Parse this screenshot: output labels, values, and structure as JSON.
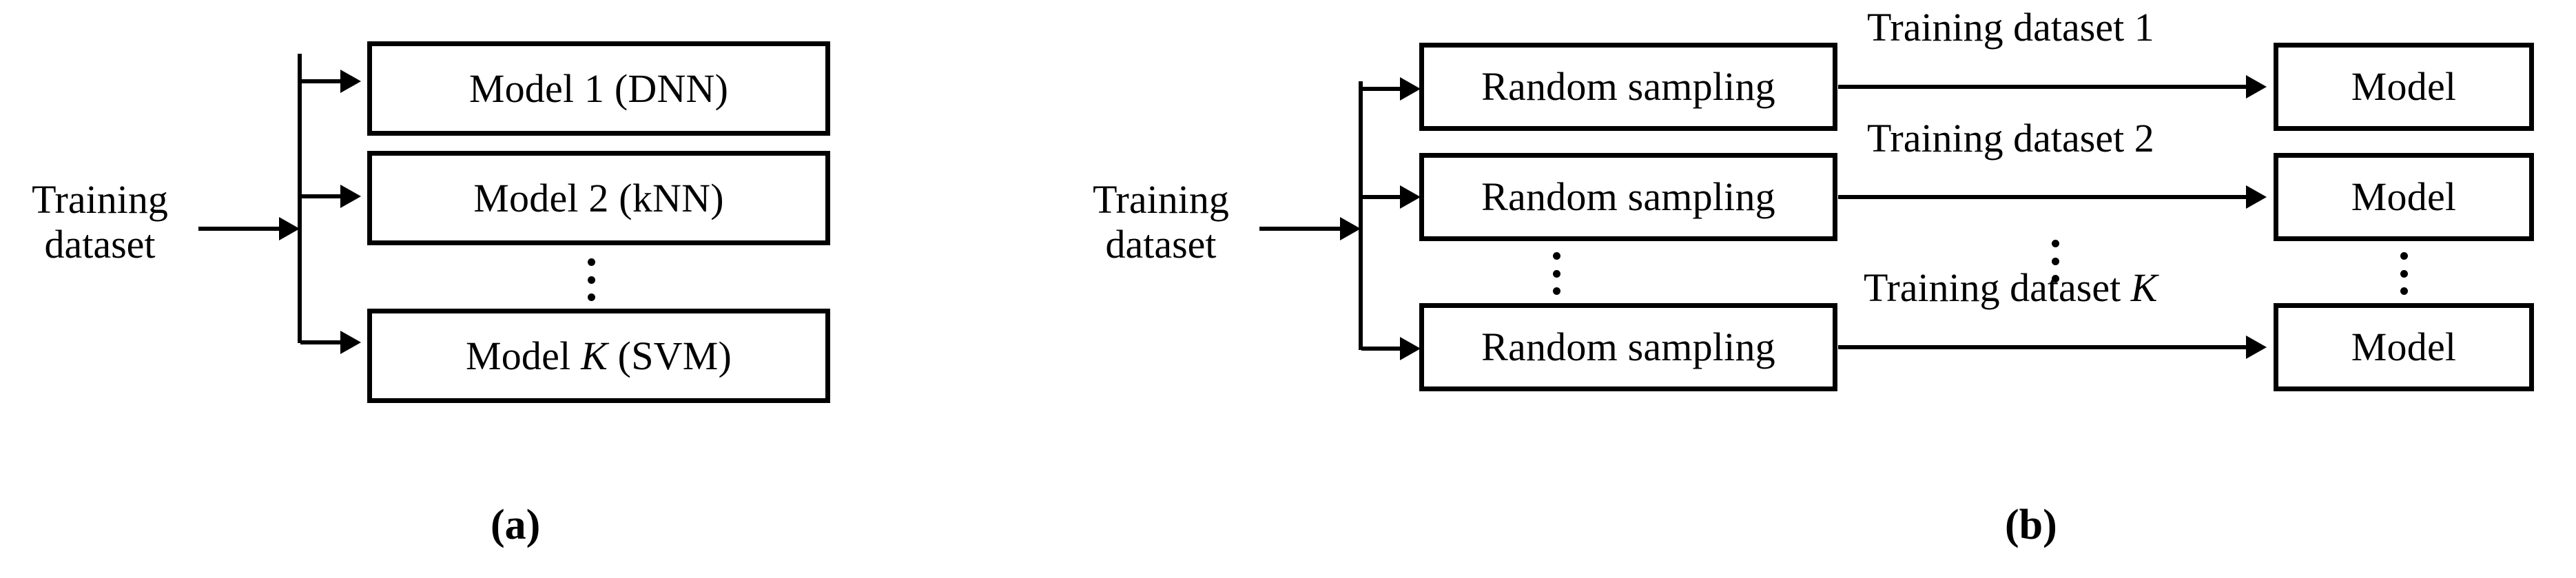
{
  "figure": {
    "panels": [
      {
        "id": "a",
        "caption": "(a)",
        "source": {
          "line1": "Training",
          "line2": "dataset"
        },
        "boxes": [
          {
            "label_pre": "Model 1 (DNN)",
            "label_ital": "",
            "label_post": ""
          },
          {
            "label_pre": "Model 2 (kNN)",
            "label_ital": "",
            "label_post": ""
          },
          {
            "label_pre": "Model ",
            "label_ital": "K",
            "label_post": " (SVM)"
          }
        ],
        "ellipsis": "vertical-ellipsis"
      },
      {
        "id": "b",
        "caption": "(b)",
        "source": {
          "line1": "Training",
          "line2": "dataset"
        },
        "sampling_boxes": [
          {
            "label": "Random sampling"
          },
          {
            "label": "Random sampling"
          },
          {
            "label": "Random sampling"
          }
        ],
        "edge_labels": [
          {
            "pre": "Training dataset 1",
            "ital": "",
            "post": ""
          },
          {
            "pre": "Training dataset 2",
            "ital": "",
            "post": ""
          },
          {
            "pre": "Training dataset ",
            "ital": "K",
            "post": ""
          }
        ],
        "model_boxes": [
          {
            "label": "Model"
          },
          {
            "label": "Model"
          },
          {
            "label": "Model"
          }
        ],
        "ellipsis": "vertical-ellipsis"
      }
    ],
    "colors": {
      "stroke": "#000000",
      "fill": "#ffffff",
      "text": "#000000"
    }
  }
}
